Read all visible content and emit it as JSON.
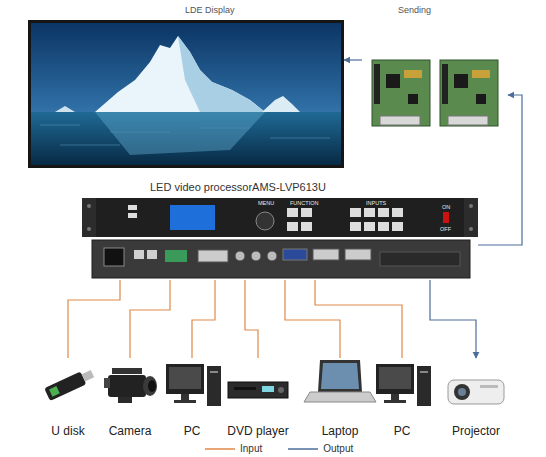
{
  "diagram": {
    "nodes": [
      {
        "text": [
          "LDE Display"
        ]
      },
      {
        "text": [
          "Sending"
        ]
      },
      {
        "text": [
          "LED video processorAMS-LVP613U"
        ]
      },
      {
        "text": [
          "U disk"
        ]
      },
      {
        "text": [
          "Camera"
        ]
      },
      {
        "text": [
          "PC"
        ]
      },
      {
        "text": [
          "DVD player"
        ]
      },
      {
        "text": [
          "Laptop"
        ]
      },
      {
        "text": [
          "PC"
        ]
      },
      {
        "text": [
          "Projector"
        ]
      }
    ],
    "edges": [
      {
        "from": 3,
        "to": 2,
        "arrow": "none"
      },
      {
        "from": 4,
        "to": 2,
        "arrow": "none"
      },
      {
        "from": 5,
        "to": 2,
        "arrow": "none"
      },
      {
        "from": 6,
        "to": 2,
        "arrow": "none"
      },
      {
        "from": 7,
        "to": 2,
        "arrow": "none"
      },
      {
        "from": 8,
        "to": 2,
        "arrow": "none"
      },
      {
        "from": 2,
        "to": 9,
        "arrow": "to"
      },
      {
        "from": 2,
        "to": 1,
        "arrow": "to"
      },
      {
        "from": 1,
        "to": 0,
        "arrow": "to"
      }
    ],
    "labels": [
      "MENU",
      "FUNCTION",
      "INPUTS",
      "ON",
      "OFF"
    ],
    "legend": [
      {
        "text": "Input"
      },
      {
        "text": "Output"
      }
    ]
  }
}
